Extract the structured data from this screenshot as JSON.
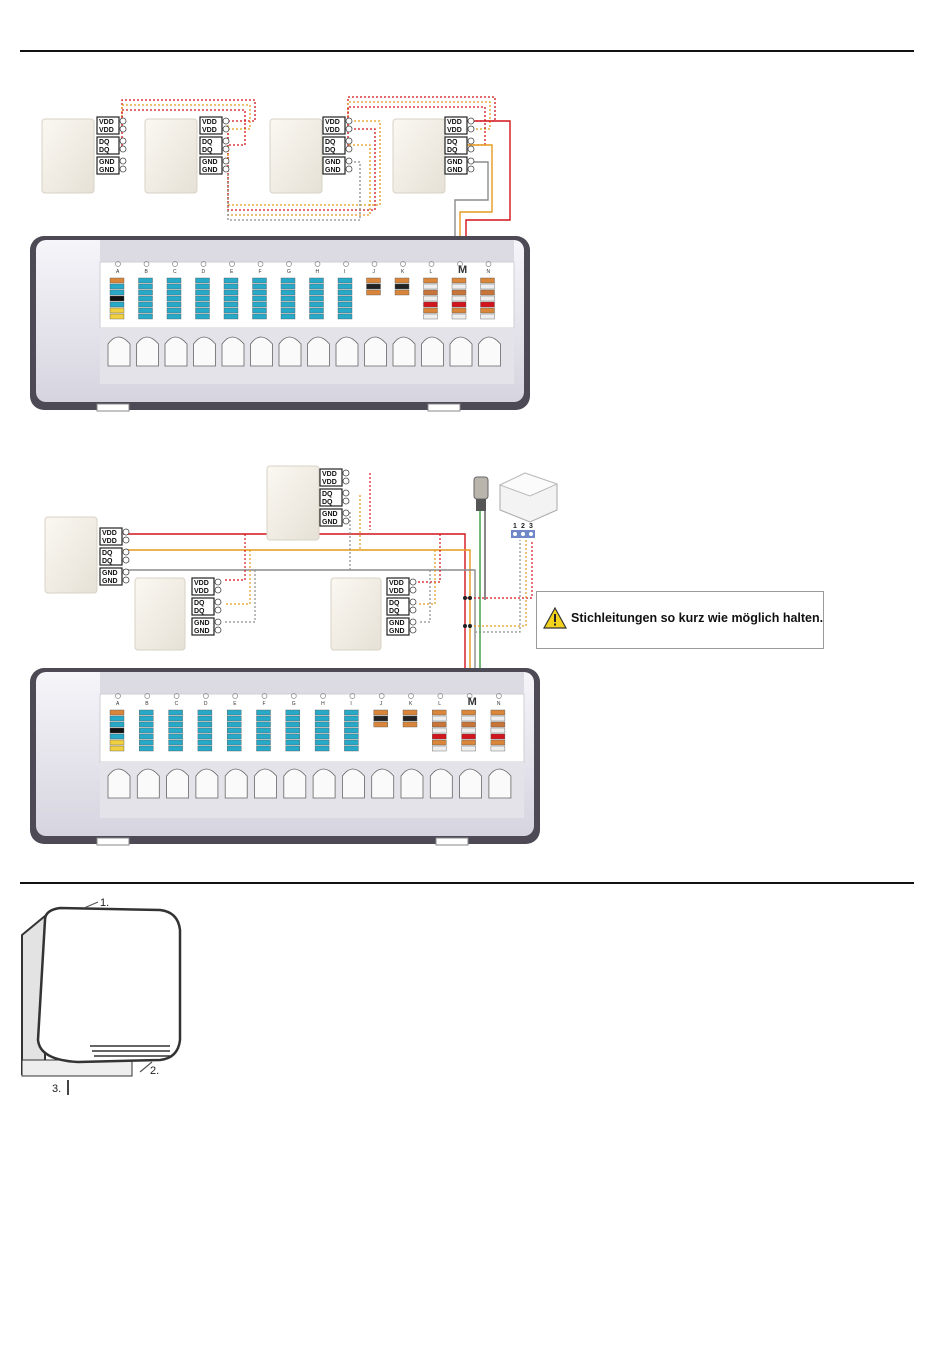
{
  "terminals": {
    "vdd": "VDD",
    "dq": "DQ",
    "gnd": "GND"
  },
  "controller": {
    "zone_letters": [
      "A",
      "B",
      "C",
      "D",
      "E",
      "F",
      "G",
      "H",
      "I",
      "J",
      "K",
      "L",
      "M",
      "N"
    ],
    "module_label": "M"
  },
  "junction_box": {
    "pins": [
      "1",
      "2",
      "3"
    ]
  },
  "warning": {
    "text": "Stichleitungen so kurz wie möglich halten.",
    "icon": "warning-triangle-icon"
  },
  "mounting_steps": {
    "step1": "1.",
    "step2": "2.",
    "step3": "3."
  },
  "colors": {
    "wire_red": "#d2141c",
    "wire_orange": "#e39a1e",
    "wire_gray": "#8c8c8c",
    "wire_green": "#3c9a3c",
    "controller_body": "#4d4955",
    "controller_panel": "#ededf2",
    "terminal_cyan": "#27a9c8",
    "terminal_orange": "#d9853a"
  }
}
